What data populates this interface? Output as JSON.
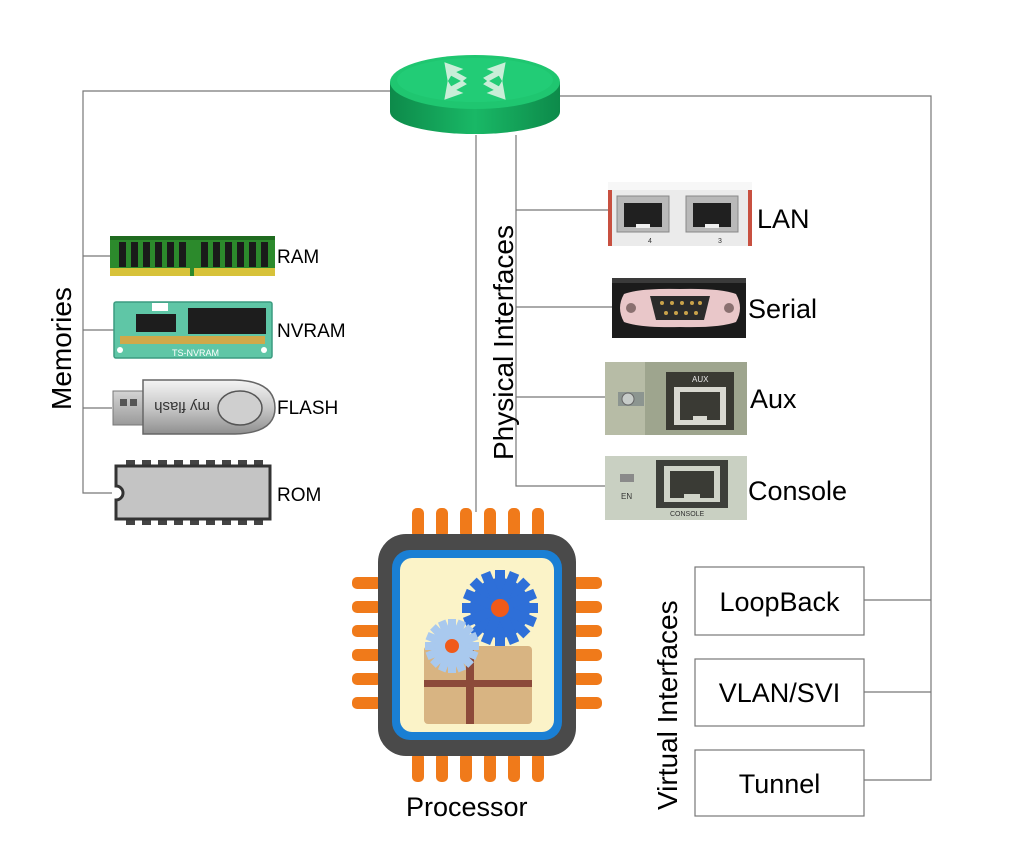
{
  "groups": {
    "memories": "Memories",
    "physical": "Physical Interfaces",
    "virtual": "Virtual Interfaces"
  },
  "memories": [
    {
      "id": "ram",
      "label": "RAM"
    },
    {
      "id": "nvram",
      "label": "NVRAM",
      "chip_text": "TS-NVRAM"
    },
    {
      "id": "flash",
      "label": "FLASH",
      "stick_text": "my flash"
    },
    {
      "id": "rom",
      "label": "ROM"
    }
  ],
  "physical_interfaces": [
    {
      "id": "lan",
      "label": "LAN",
      "ports": [
        "4",
        "3"
      ]
    },
    {
      "id": "serial",
      "label": "Serial"
    },
    {
      "id": "aux",
      "label": "Aux",
      "port_text": "AUX"
    },
    {
      "id": "console",
      "label": "Console",
      "port_text": "CONSOLE",
      "led_text": "EN"
    }
  ],
  "virtual_interfaces": [
    {
      "id": "loopback",
      "label": "LoopBack"
    },
    {
      "id": "vlan",
      "label": "VLAN/SVI"
    },
    {
      "id": "tunnel",
      "label": "Tunnel"
    }
  ],
  "processor": {
    "label": "Processor"
  },
  "icons": {
    "router": "router-icon",
    "processor": "processor-chip-icon",
    "ram": "ram-module-icon",
    "nvram": "nvram-module-icon",
    "flash": "usb-flash-drive-icon",
    "rom": "rom-chip-icon",
    "lan": "ethernet-ports-icon",
    "serial": "serial-port-icon",
    "aux": "aux-port-icon",
    "console": "console-port-icon"
  },
  "colors": {
    "router": "#13a05a",
    "chip_pins": "#f07a1a",
    "chip_body": "#4a4a4a",
    "chip_frame": "#1a7fd4",
    "chip_core": "#fbf3c8",
    "gear_blue": "#2e6fd8",
    "gear_light": "#a9c9ee",
    "gear_center": "#f05a1a",
    "box": "#d8b482",
    "ram_green": "#2c8a2c",
    "nvram_teal": "#5fc6a6"
  }
}
